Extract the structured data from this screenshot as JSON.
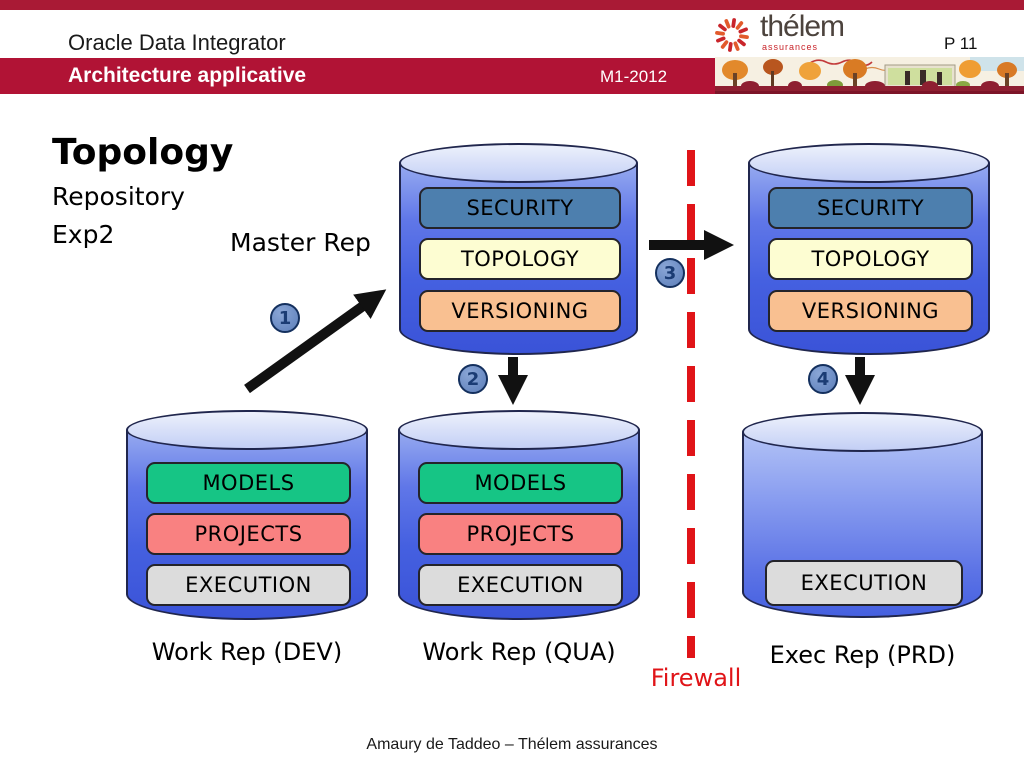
{
  "header": {
    "title": "Oracle Data Integrator",
    "section": "Architecture applicative",
    "code": "M1-2012",
    "page": "P 11",
    "logo": {
      "name": "thélem",
      "tagline": "assurances"
    }
  },
  "slide": {
    "title": "Topology",
    "subtitle1": "Repository",
    "subtitle2": "Exp2",
    "master_rep_label": "Master Rep",
    "firewall_label": "Firewall",
    "footer": "Amaury de Taddeo – Thélem assurances"
  },
  "repositories": {
    "master": {
      "layers": [
        "SECURITY",
        "TOPOLOGY",
        "VERSIONING"
      ]
    },
    "master_prd": {
      "layers": [
        "SECURITY",
        "TOPOLOGY",
        "VERSIONING"
      ]
    },
    "work_dev": {
      "layers": [
        "MODELS",
        "PROJECTS",
        "EXECUTION"
      ],
      "label": "Work Rep (DEV)"
    },
    "work_qua": {
      "layers": [
        "MODELS",
        "PROJECTS",
        "EXECUTION"
      ],
      "label": "Work Rep (QUA)"
    },
    "exec_prd": {
      "layers": [
        "EXECUTION"
      ],
      "label": "Exec Rep (PRD)"
    }
  },
  "steps": {
    "s1": "1",
    "s2": "2",
    "s3": "3",
    "s4": "4"
  },
  "colors": {
    "top_bar_red": "#a91a35",
    "banner_red": "#b11335",
    "firewall_red": "#e01418",
    "layer_security": "#4d7fae",
    "layer_topology": "#fdfdd2",
    "layer_versioning": "#f9c091",
    "layer_models": "#16c585",
    "layer_projects": "#f98181",
    "layer_execution": "#dcdcdc",
    "cylinder_blue": "#4560e0",
    "cylinder_top_blue": "#c3cff5",
    "badge_blue": "#6e8ec5",
    "arrow_black": "#111111"
  }
}
